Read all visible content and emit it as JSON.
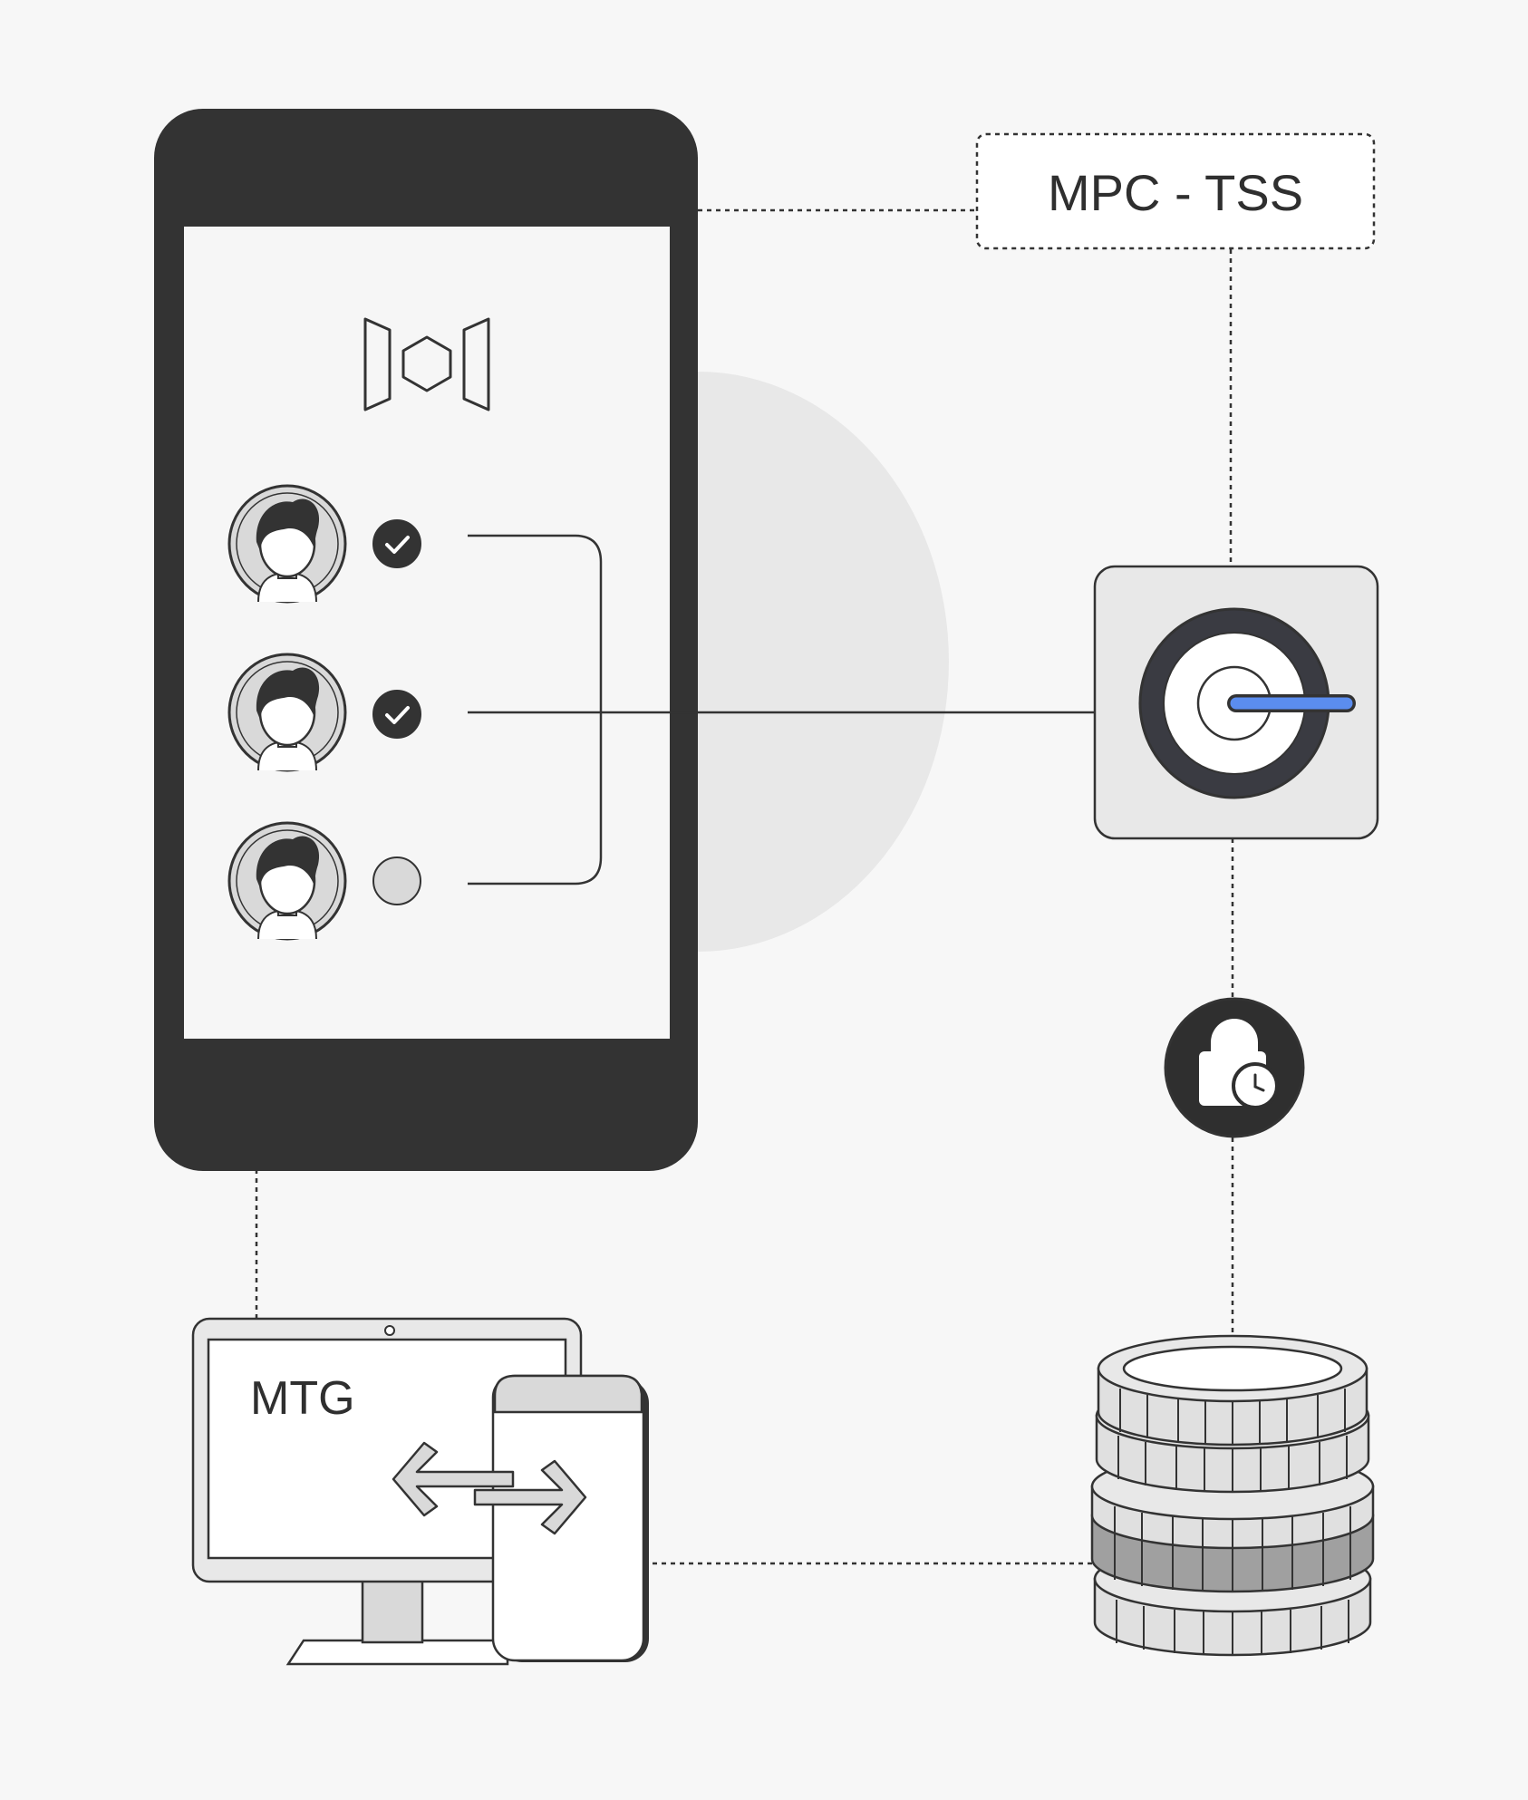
{
  "labels": {
    "mpc_tss": "MPC - TSS",
    "mtg": "MTG"
  },
  "signers": [
    {
      "status": "approved"
    },
    {
      "status": "approved"
    },
    {
      "status": "pending"
    }
  ],
  "colors": {
    "background": "#f7f7f7",
    "dark": "#333333",
    "screen": "#f6f6f6",
    "light_gray": "#e8e8e8",
    "mid_gray": "#d9d9d9",
    "accent_blue": "#5b8def"
  },
  "icons": {
    "logo": "mixin-logo-icon",
    "avatar": "user-avatar-icon",
    "check": "check-icon",
    "vault_dial": "vault-dial-icon",
    "time_lock": "lock-clock-icon",
    "coins": "coin-stack-icon",
    "computer": "desktop-computer-icon",
    "phone": "mobile-device-icon",
    "arrows": "swap-arrows-icon"
  }
}
